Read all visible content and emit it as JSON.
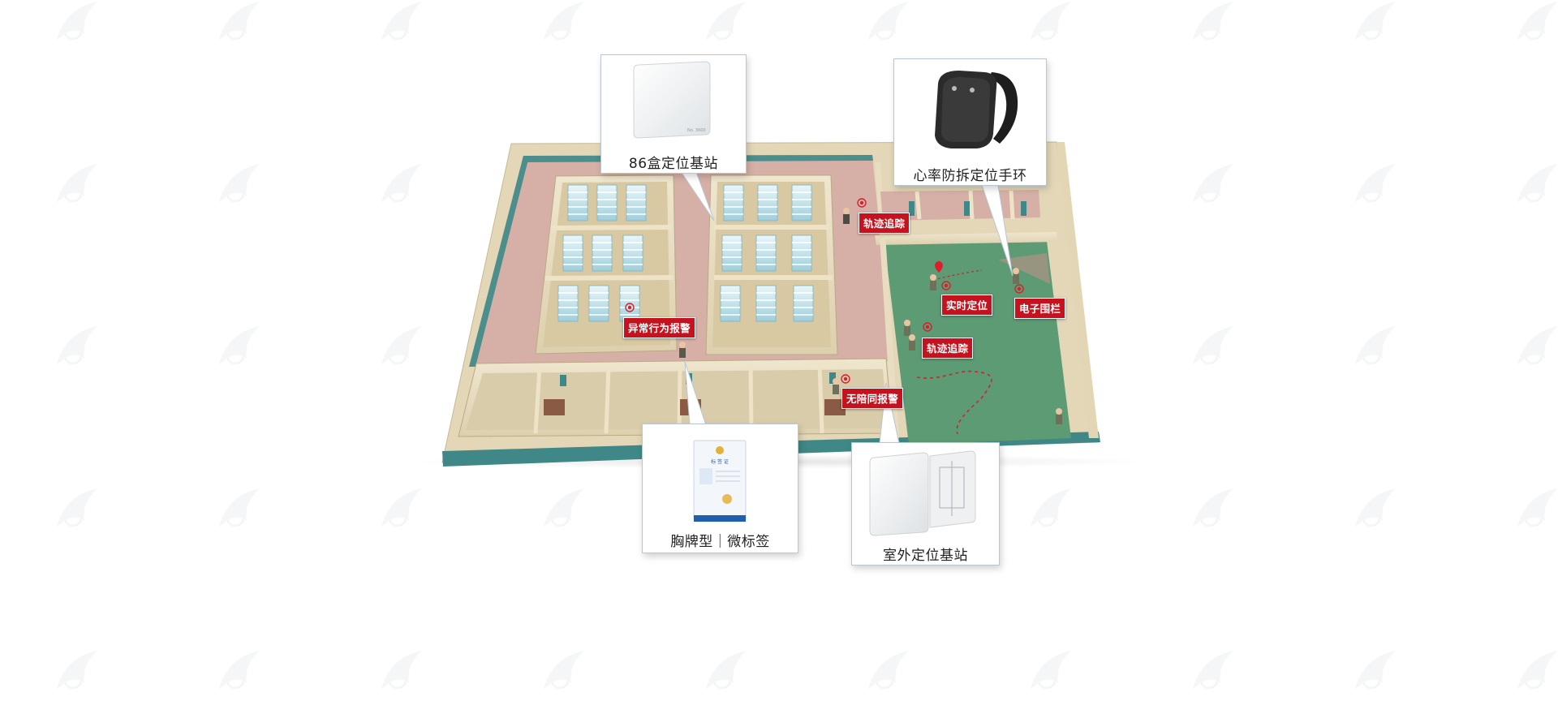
{
  "callouts": {
    "box_beacon": {
      "label": "86盒定位基站",
      "device_text": "No. 3600"
    },
    "wristband": {
      "label": "心率防拆定位手环"
    },
    "badge": {
      "label": "胸牌型｜微标签",
      "card_title": "标 签 证"
    },
    "outdoor_beacon": {
      "label": "室外定位基站"
    }
  },
  "tags": {
    "track_1": "轨迹追踪",
    "abnormal": "异常行为报警",
    "realtime": "实时定位",
    "fence": "电子围栏",
    "track_2": "轨迹追踪",
    "no_escort": "无陪同报警"
  },
  "colors": {
    "wall_top": "#e8dcc0",
    "floor_pink": "#d9b3ab",
    "yard_green": "#5e9a76",
    "wall_teal": "#3d8c8a",
    "tag_red": "#c4121e"
  }
}
